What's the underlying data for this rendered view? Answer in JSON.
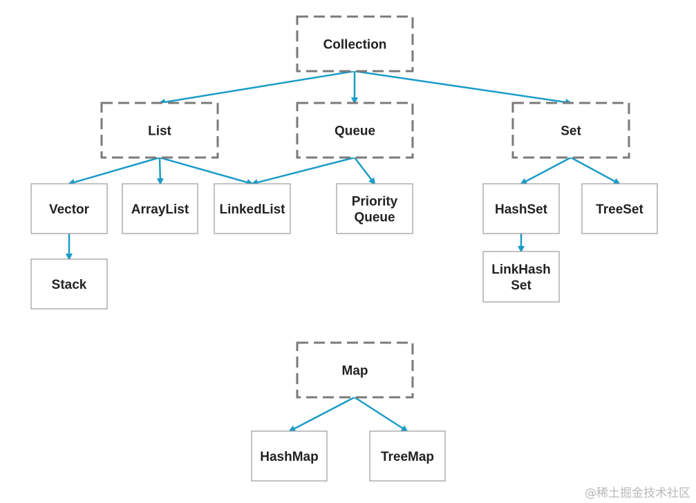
{
  "diagram": {
    "colors": {
      "arrow": "#1a9bc7",
      "interface_border": "#7a7a7a",
      "class_border": "#999999",
      "text": "#222222"
    },
    "nodes": {
      "collection": {
        "label": "Collection",
        "kind": "interface"
      },
      "list": {
        "label": "List",
        "kind": "interface"
      },
      "queue": {
        "label": "Queue",
        "kind": "interface"
      },
      "set": {
        "label": "Set",
        "kind": "interface"
      },
      "vector": {
        "label": "Vector",
        "kind": "class"
      },
      "arraylist": {
        "label": "ArrayList",
        "kind": "class"
      },
      "linkedlist": {
        "label": "LinkedList",
        "kind": "class"
      },
      "priorityqueue": {
        "label": "Priority Queue",
        "kind": "class"
      },
      "hashset": {
        "label": "HashSet",
        "kind": "class"
      },
      "treeset": {
        "label": "TreeSet",
        "kind": "class"
      },
      "stack": {
        "label": "Stack",
        "kind": "class"
      },
      "linkhashset": {
        "label": "LinkHash Set",
        "kind": "class"
      },
      "map": {
        "label": "Map",
        "kind": "interface"
      },
      "hashmap": {
        "label": "HashMap",
        "kind": "class"
      },
      "treemap": {
        "label": "TreeMap",
        "kind": "class"
      }
    },
    "edges": [
      [
        "collection",
        "list"
      ],
      [
        "collection",
        "queue"
      ],
      [
        "collection",
        "set"
      ],
      [
        "list",
        "vector"
      ],
      [
        "list",
        "arraylist"
      ],
      [
        "list",
        "linkedlist"
      ],
      [
        "queue",
        "linkedlist"
      ],
      [
        "queue",
        "priorityqueue"
      ],
      [
        "set",
        "hashset"
      ],
      [
        "set",
        "treeset"
      ],
      [
        "vector",
        "stack"
      ],
      [
        "hashset",
        "linkhashset"
      ],
      [
        "map",
        "hashmap"
      ],
      [
        "map",
        "treemap"
      ]
    ]
  },
  "watermark": "@稀土掘金技术社区"
}
